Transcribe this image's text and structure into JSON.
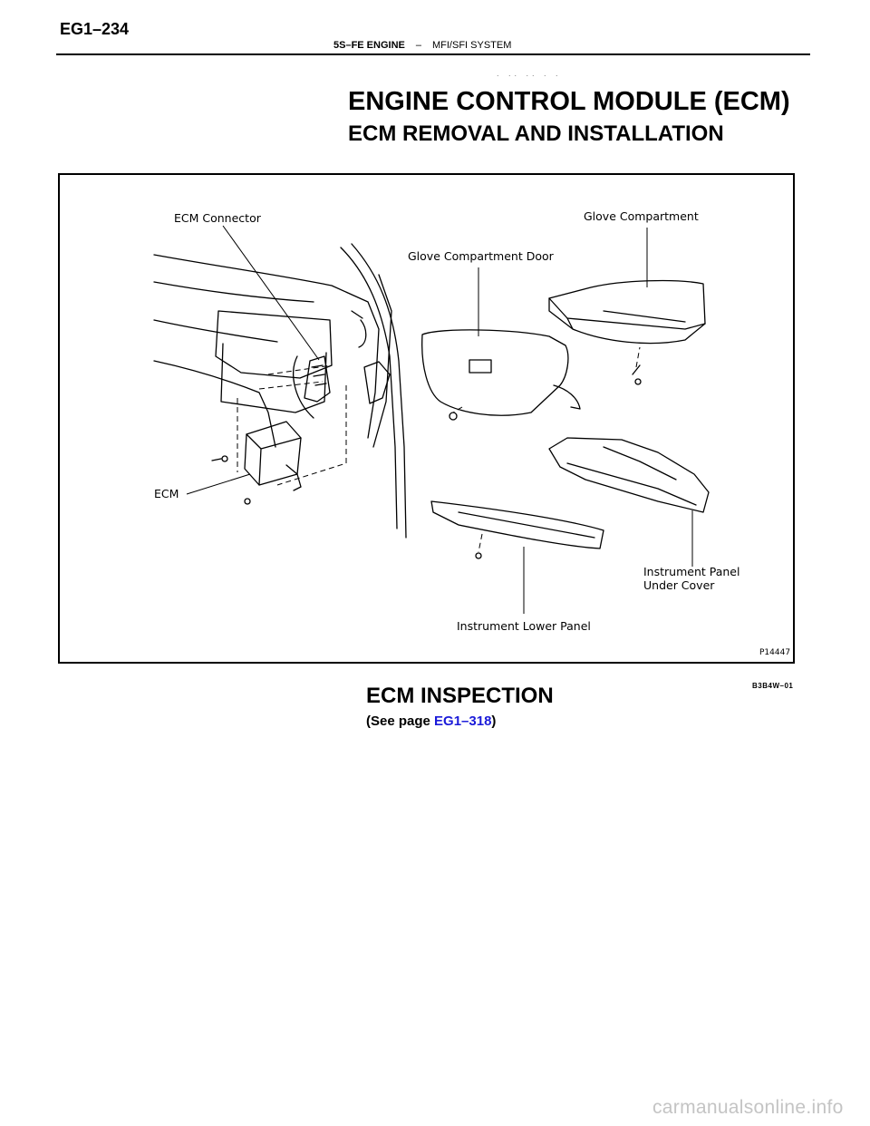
{
  "header": {
    "page_number": "EG1–234",
    "engine": "5S–FE ENGINE",
    "separator": "–",
    "system": "MFI/SFI SYSTEM",
    "scan_specks": ". .. .. . ."
  },
  "title": "ENGINE CONTROL MODULE (ECM)",
  "subtitle": "ECM REMOVAL AND INSTALLATION",
  "figure": {
    "labels": {
      "ecm_connector": "ECM Connector",
      "glove_compartment": "Glove Compartment",
      "glove_compartment_door": "Glove Compartment Door",
      "ecm": "ECM",
      "instrument_panel_under_cover_line1": "Instrument Panel",
      "instrument_panel_under_cover_line2": "Under Cover",
      "instrument_lower_panel": "Instrument Lower Panel"
    },
    "figure_id": "P14447"
  },
  "footer_code": "B3B4W–01",
  "inspection": {
    "heading": "ECM INSPECTION",
    "ref_prefix": "(See page ",
    "ref_link": "EG1–318",
    "ref_suffix": ")"
  },
  "watermark": "carmanualsonline.info"
}
